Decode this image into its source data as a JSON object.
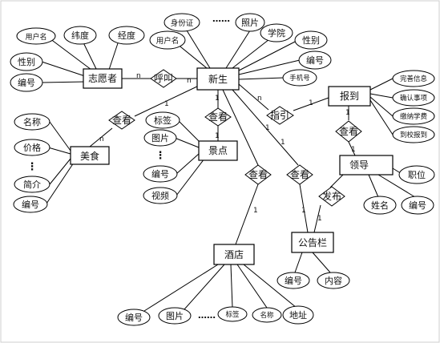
{
  "entities": [
    {
      "id": "zyz",
      "label": "志愿者"
    },
    {
      "id": "xs",
      "label": "新生"
    },
    {
      "id": "bd",
      "label": "报到"
    },
    {
      "id": "ms",
      "label": "美食"
    },
    {
      "id": "jd",
      "label": "景点"
    },
    {
      "id": "ld",
      "label": "领导"
    },
    {
      "id": "jdian",
      "label": "酒店"
    },
    {
      "id": "ggl",
      "label": "公告栏"
    }
  ],
  "relationships": [
    {
      "id": "r_hj",
      "label": "呼叫"
    },
    {
      "id": "r_zy",
      "label": "指引"
    },
    {
      "id": "r_msck",
      "label": "查看"
    },
    {
      "id": "r_jdck",
      "label": "查看"
    },
    {
      "id": "r_bdck",
      "label": "查看"
    },
    {
      "id": "r_jdck2",
      "label": "查看"
    },
    {
      "id": "r_ggck",
      "label": "查看"
    },
    {
      "id": "r_fb",
      "label": "发布"
    }
  ],
  "attributes": [
    {
      "id": "a_zyz_yhm",
      "label": "用户名"
    },
    {
      "id": "a_zyz_wd",
      "label": "纬度"
    },
    {
      "id": "a_zyz_jd",
      "label": "经度"
    },
    {
      "id": "a_zyz_xb",
      "label": "性别"
    },
    {
      "id": "a_zyz_bh",
      "label": "编号"
    },
    {
      "id": "a_xs_sfz",
      "label": "身份证"
    },
    {
      "id": "a_xs_zp",
      "label": "照片"
    },
    {
      "id": "a_xs_yhm",
      "label": "用户名"
    },
    {
      "id": "a_xs_xy",
      "label": "学院"
    },
    {
      "id": "a_xs_xb",
      "label": "性别"
    },
    {
      "id": "a_xs_bh",
      "label": "编号"
    },
    {
      "id": "a_xs_sjh",
      "label": "手机号"
    },
    {
      "id": "a_bd_ws",
      "label": "完善信息"
    },
    {
      "id": "a_bd_qr",
      "label": "确认事项"
    },
    {
      "id": "a_bd_jn",
      "label": "缴纳学费"
    },
    {
      "id": "a_bd_dx",
      "label": "到校报到"
    },
    {
      "id": "a_ms_mc",
      "label": "名称"
    },
    {
      "id": "a_ms_jg",
      "label": "价格"
    },
    {
      "id": "a_ms_jj",
      "label": "简介"
    },
    {
      "id": "a_ms_bh",
      "label": "编号"
    },
    {
      "id": "a_jd_bq",
      "label": "标签"
    },
    {
      "id": "a_jd_tp",
      "label": "图片"
    },
    {
      "id": "a_jd_bh",
      "label": "编号"
    },
    {
      "id": "a_jd_sp",
      "label": "视频"
    },
    {
      "id": "a_ld_zw",
      "label": "职位"
    },
    {
      "id": "a_ld_xm",
      "label": "姓名"
    },
    {
      "id": "a_ld_bh",
      "label": "编号"
    },
    {
      "id": "a_gg_bh",
      "label": "编号"
    },
    {
      "id": "a_gg_nr",
      "label": "内容"
    },
    {
      "id": "a_jdian_bh",
      "label": "编号"
    },
    {
      "id": "a_jdian_tp",
      "label": "图片"
    },
    {
      "id": "a_jdian_bq",
      "label": "标签"
    },
    {
      "id": "a_jdian_mc",
      "label": "名称"
    },
    {
      "id": "a_jdian_dz",
      "label": "地址"
    }
  ],
  "ellipsis": "……",
  "ellipsis_vertical": "⋮",
  "cardinality": {
    "n": "n",
    "one": "1"
  }
}
